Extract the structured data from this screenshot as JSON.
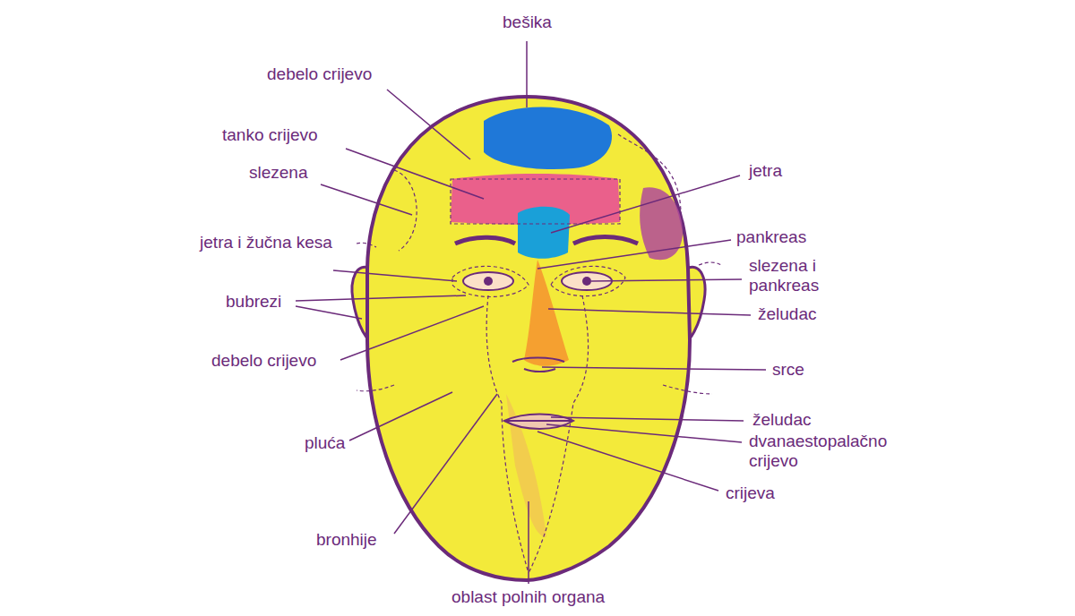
{
  "diagram": {
    "labels": [
      "bešika",
      "debelo crijevo",
      "tanko crijevo",
      "slezena",
      "jetra",
      "jetra i žučna kesa",
      "pankreas",
      "slezena i pankreas",
      "bubrezi",
      "želudac",
      "debelo crijevo",
      "srce",
      "pluća",
      "želudac",
      "dvanaestopalačno crijevo",
      "crijeva",
      "bronhije",
      "oblast polnih organa"
    ]
  }
}
